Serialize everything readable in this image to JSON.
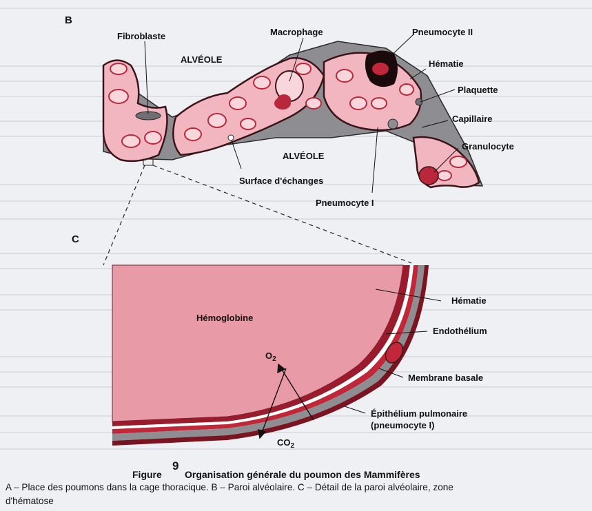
{
  "panels": {
    "b": "B",
    "c": "C"
  },
  "panel_b": {
    "labels": {
      "fibroblaste": "Fibroblaste",
      "alveole_top": "ALVÉOLE",
      "macrophage": "Macrophage",
      "pneumocyte_ii": "Pneumocyte II",
      "hematie": "Hématie",
      "plaquette": "Plaquette",
      "capillaire": "Capillaire",
      "granulocyte": "Granulocyte",
      "alveole_bottom": "ALVÉOLE",
      "surface_echanges": "Surface d'échanges",
      "pneumocyte_i": "Pneumocyte I"
    }
  },
  "panel_c": {
    "labels": {
      "hemoglobine": "Hémoglobine",
      "hematie": "Hématie",
      "endothelium": "Endothélium",
      "o2_base": "O",
      "o2_sub": "2",
      "membrane_basale": "Membrane basale",
      "epithelium_line1": "Épithélium pulmonaire",
      "epithelium_line2": "(pneumocyte I)",
      "co2_base": "CO",
      "co2_sub": "2"
    }
  },
  "caption": {
    "figure_word": "Figure",
    "figure_number": "9",
    "title": "Organisation générale du poumon des Mammifères",
    "line1": "A – Place des poumons dans la cage thoracique. B – Paroi alvéolaire. C – Détail de la paroi alvéolaire, zone",
    "line2": "d'hématose"
  },
  "colors": {
    "tissue_pink": "#f2b6c0",
    "cell_pink": "#f8d6dc",
    "wall_grey": "#8e8e92",
    "blood_red": "#b8283a",
    "dark_outline": "#3a1418",
    "hemoglobin_fill": "#e89aa6"
  }
}
